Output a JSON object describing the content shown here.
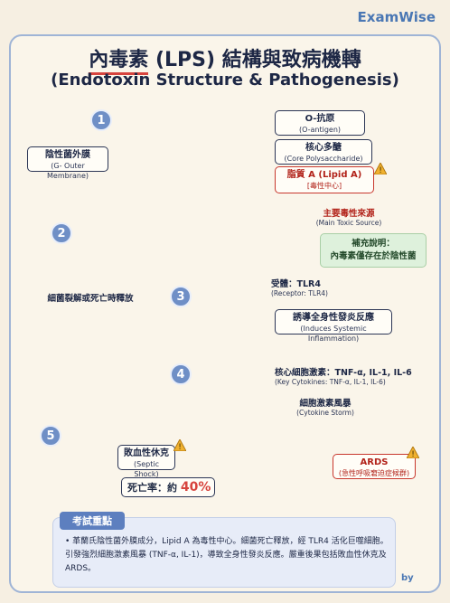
{
  "brand": "ExamWise",
  "title": {
    "zh": "內毒素 (LPS) 結構與致病機轉",
    "zh_underlined": "內毒素",
    "zh_rest": " (LPS) 結構與致病機轉",
    "en": "(Endotoxin Structure & Pathogenesis)"
  },
  "steps": [
    "1",
    "2",
    "3",
    "4",
    "5"
  ],
  "labels": {
    "outer_membrane": {
      "zh": "陰性菌外膜",
      "en": "(G- Outer Membrane)"
    },
    "o_antigen": {
      "zh": "O-抗原",
      "en": "(O-antigen)"
    },
    "core": {
      "zh": "核心多醣",
      "en": "(Core Polysaccharide)"
    },
    "lipid_a": {
      "zh": "脂質 A (Lipid A)",
      "en": "[毒性中心]"
    },
    "main_toxic": {
      "zh": "主要毒性來源",
      "en": "(Main Toxic Source)"
    },
    "lysis": {
      "zh": "細菌裂解或死亡時釋放"
    },
    "receptor": {
      "zh": "受體：TLR4",
      "en": "(Receptor: TLR4)"
    },
    "induces": {
      "zh": "誘導全身性發炎反應",
      "en": "(Induces Systemic Inflammation)"
    },
    "cytokines": {
      "zh": "核心細胞激素：TNF-α, IL-1, IL-6",
      "en": "(Key Cytokines: TNF-α, IL-1, IL-6)"
    },
    "storm": {
      "zh": "細胞激素風暴",
      "en": "(Cytokine Storm)"
    },
    "septic": {
      "zh": "敗血性休克",
      "en": "(Septic Shock)"
    },
    "ards": {
      "zh": "ARDS",
      "en": "(急性呼吸窘迫症候群)"
    }
  },
  "note": {
    "line1": "補充說明：",
    "line2": "內毒素僅存在於陰性菌"
  },
  "mortality": {
    "label": "死亡率：約 ",
    "value": "40%"
  },
  "exam": {
    "tag": "考試重點",
    "text": "• 革蘭氏陰性菌外膜成分，Lipid A 為毒性中心。細菌死亡釋放，經 TLR4 活化巨噬細胞。引發強烈細胞激素風暴 (TNF-α, IL-1)，導致全身性發炎反應。嚴重後果包括敗血性休克及 ARDS。"
  },
  "by": "by",
  "colors": {
    "accent_blue": "#6f8fc6",
    "accent_red": "#d7443e",
    "note_green": "#def1dc",
    "frame": "#9fb4d6"
  }
}
